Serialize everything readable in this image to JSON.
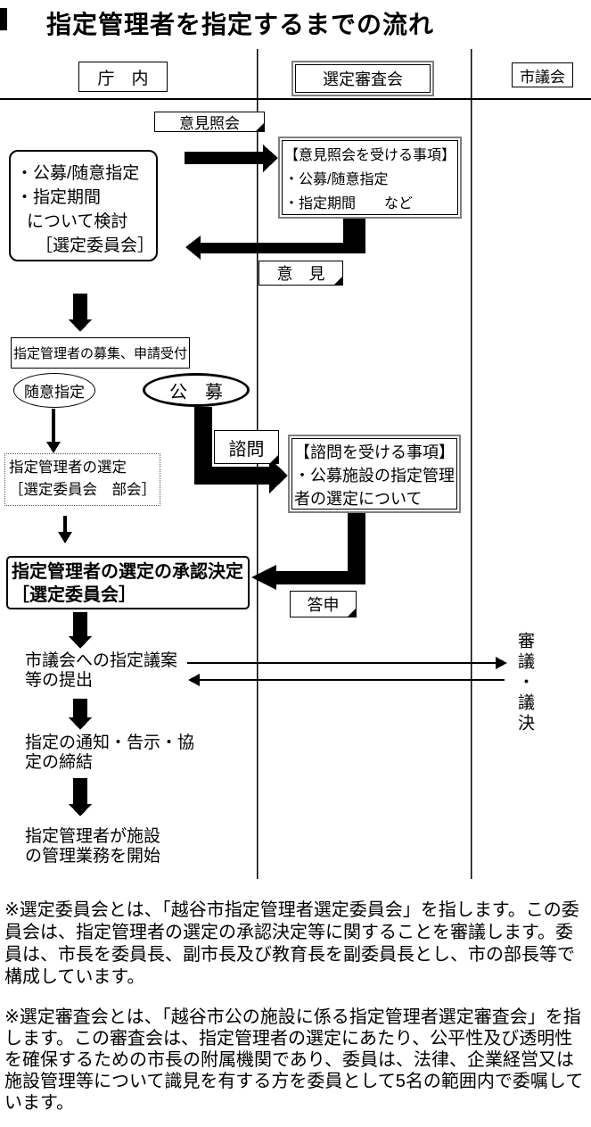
{
  "title": "指定管理者を指定するまでの流れ",
  "colors": {
    "ink": "#000000",
    "frame_gray": "#7f7f7f",
    "background": "#ffffff"
  },
  "columns": {
    "left": "庁　内",
    "middle": "選定審査会",
    "right": "市議会"
  },
  "tags": {
    "iken_shokai": "意見照会",
    "iken": "意　見",
    "shimon": "諮問",
    "toshin": "答申"
  },
  "boxes": {
    "kento": {
      "lines": [
        "・公募/随意指定",
        "・指定期間",
        "について検討",
        "［選定委員会］"
      ]
    },
    "iken_jiko": {
      "lines": [
        "【意見照会を受ける事項】",
        "・公募/随意指定",
        "・指定期間　　など"
      ]
    },
    "boshu": "指定管理者の募集、申請受付",
    "zuii": "随意指定",
    "kobo": "公　募",
    "sentei": {
      "lines": [
        "指定管理者の選定",
        "［選定委員会　部会］"
      ]
    },
    "shimon_jiko": {
      "lines": [
        "【諮問を受ける事項】",
        "・公募施設の指定管理",
        "者の選定について"
      ]
    },
    "shonin": {
      "lines": [
        "指定管理者の選定の承認決定",
        "［選定委員会］"
      ]
    }
  },
  "labels": {
    "gian": {
      "lines": [
        "市議会への指定議案",
        "等の提出"
      ]
    },
    "tsuchi": {
      "lines": [
        "指定の通知・告示・協",
        "定の締結"
      ]
    },
    "kaishi": {
      "lines": [
        "指定管理者が施設",
        "の管理業務を開始"
      ]
    },
    "singi_giketsu": "審議・議決"
  },
  "notes": [
    "※選定委員会とは、「越谷市指定管理者選定委員会」を指します。この委員会は、指定管理者の選定の承認決定等に関することを審議します。委員は、市長を委員長、副市長及び教育長を副委員長とし、市の部長等で構成しています。",
    "※選定審査会とは、「越谷市公の施設に係る指定管理者選定審査会」を指します。この審査会は、指定管理者の選定にあたり、公平性及び透明性を確保するための市長の附属機関であり、委員は、法律、企業経営又は施設管理等について識見を有する方を委員として5名の範囲内で委嘱しています。"
  ]
}
